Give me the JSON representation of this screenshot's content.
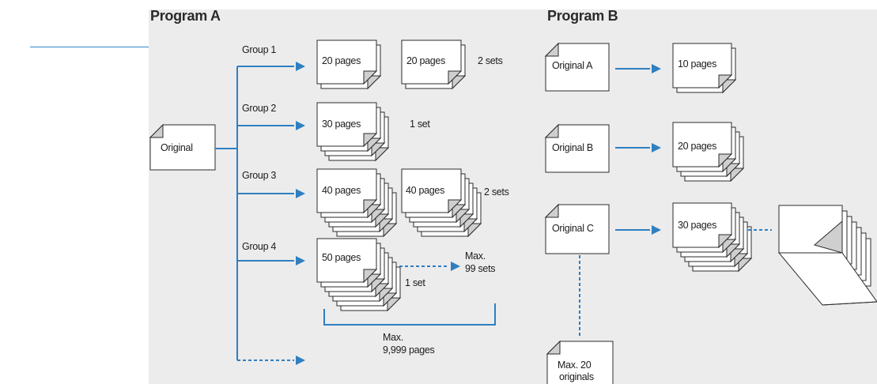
{
  "program_a": {
    "title": "Program A",
    "source": "Original",
    "groups": [
      {
        "label": "Group 1",
        "pages": "20 pages",
        "copy_pages": "20 pages",
        "sets": "2 sets"
      },
      {
        "label": "Group 2",
        "pages": "30 pages",
        "sets": "1 set"
      },
      {
        "label": "Group 3",
        "pages": "40 pages",
        "copy_pages": "40 pages",
        "sets": "2 sets"
      },
      {
        "label": "Group 4",
        "pages": "50 pages",
        "sets": "1 set",
        "max_sets": [
          "Max.",
          "99 sets"
        ]
      }
    ],
    "max_pages": [
      "Max.",
      "9,999 pages"
    ]
  },
  "program_b": {
    "title": "Program B",
    "rows": [
      {
        "original": "Original A",
        "pages": "10 pages"
      },
      {
        "original": "Original B",
        "pages": "20 pages"
      },
      {
        "original": "Original C",
        "pages": "30 pages"
      }
    ],
    "max_originals": [
      "Max. 20",
      "originals"
    ]
  },
  "colors": {
    "accent": "#2f7fc1",
    "panel": "#ececec",
    "fold": "#cfcfcf"
  }
}
